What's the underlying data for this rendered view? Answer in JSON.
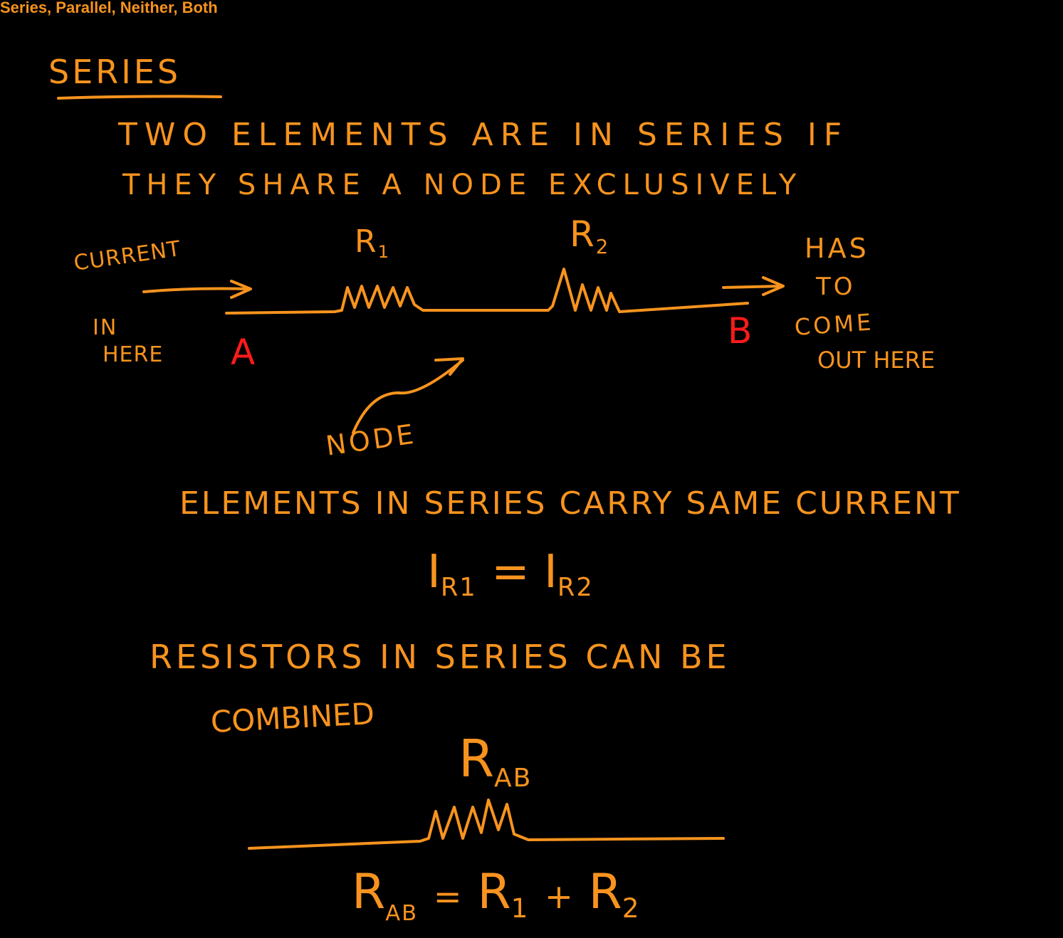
{
  "page": {
    "title": "Series, Parallel, Neither, Both"
  },
  "colors": {
    "ink": "#f7931e",
    "marker_red": "#ff1a1a",
    "background": "#000000"
  },
  "notes": {
    "heading": "SERIES",
    "definition_line1": "TWO ELEMENTS ARE IN SERIES IF",
    "definition_line2": "THEY SHARE A NODE EXCLUSIVELY",
    "current_label": "CURRENT",
    "in_here_line1": "IN",
    "in_here_line2": "HERE",
    "node_a": "A",
    "node_b": "B",
    "r1_label": "R",
    "r1_sub": "1",
    "r2_label": "R",
    "r2_sub": "2",
    "has_to": "HAS",
    "to": "TO",
    "come": "COME",
    "out_here": "OUT HERE",
    "node_label": "NODE",
    "same_current": "ELEMENTS IN SERIES CARRY SAME CURRENT",
    "current_eq": {
      "lhs": "I",
      "lhs_sub": "R1",
      "equals": "=",
      "rhs": "I",
      "rhs_sub": "R2"
    },
    "combine_line1": "RESISTORS IN SERIES CAN BE",
    "combine_line2": "COMBINED",
    "rab_label": "R",
    "rab_sub": "AB",
    "sum_eq": {
      "lhs": "R",
      "lhs_sub": "AB",
      "equals": "=",
      "term1": "R",
      "term1_sub": "1",
      "plus": "+",
      "term2": "R",
      "term2_sub": "2"
    }
  }
}
